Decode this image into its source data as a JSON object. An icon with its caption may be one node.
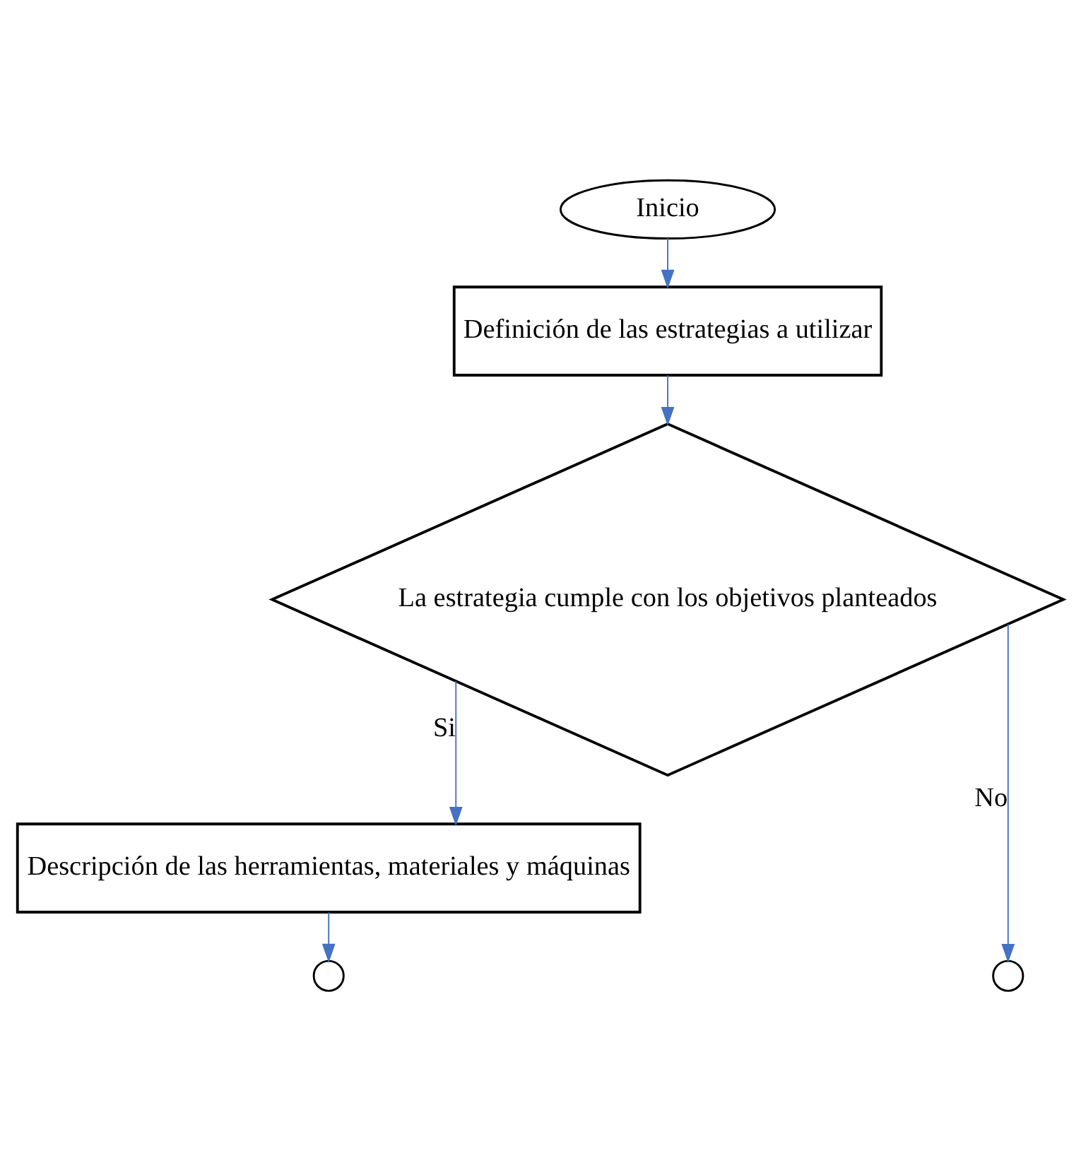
{
  "diagram": {
    "nodes": [
      {
        "text": [
          "Inicio"
        ]
      },
      {
        "text": [
          "Definición de las estrategias a utilizar"
        ]
      },
      {
        "text": [
          "La estrategia cumple con los objetivos planteados"
        ]
      },
      {
        "text": [
          "Descripción de las herramientas, materiales y máquinas"
        ]
      },
      {
        "text": [],
        "shape": "circle"
      },
      {
        "text": [],
        "shape": "circle"
      }
    ],
    "edges": [
      {
        "from": 0,
        "to": 1,
        "arrow": "to"
      },
      {
        "from": 1,
        "to": 2,
        "arrow": "to"
      },
      {
        "from": 2,
        "to": 3,
        "arrow": "to",
        "label": "Si"
      },
      {
        "from": 3,
        "to": 4,
        "arrow": "to"
      },
      {
        "from": 2,
        "to": 5,
        "arrow": "to",
        "label": "No"
      }
    ]
  }
}
